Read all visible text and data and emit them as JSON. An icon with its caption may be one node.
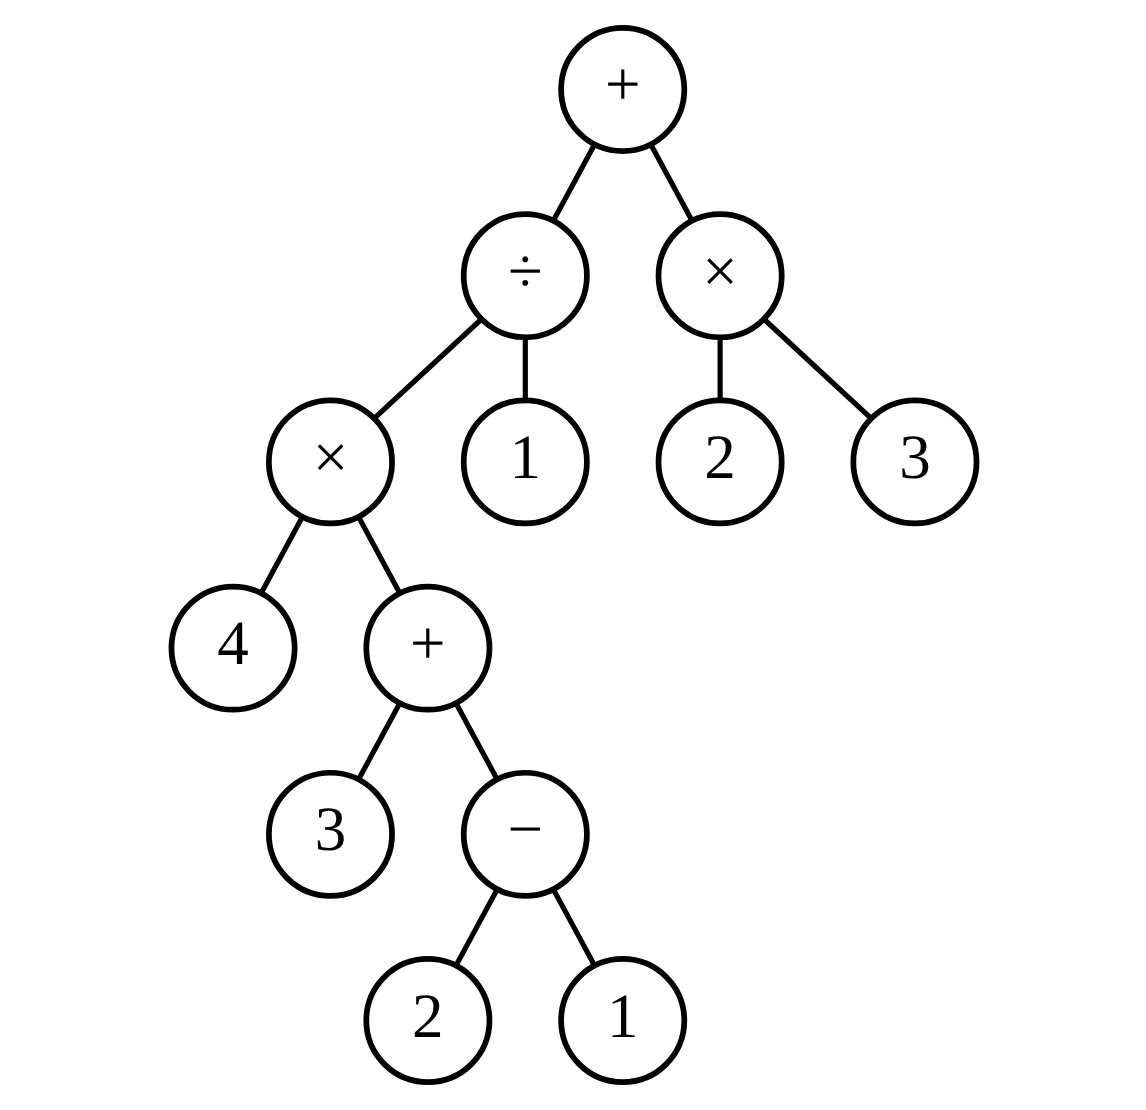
{
  "diagram": {
    "nodes": [
      {
        "text": [
          "+"
        ]
      },
      {
        "text": [
          "÷"
        ]
      },
      {
        "text": [
          "×"
        ]
      },
      {
        "text": [
          "×"
        ]
      },
      {
        "text": [
          "1"
        ]
      },
      {
        "text": [
          "2"
        ]
      },
      {
        "text": [
          "3"
        ]
      },
      {
        "text": [
          "4"
        ]
      },
      {
        "text": [
          "+"
        ]
      },
      {
        "text": [
          "3"
        ]
      },
      {
        "text": [
          "−"
        ]
      },
      {
        "text": [
          "2"
        ]
      },
      {
        "text": [
          "1"
        ]
      }
    ],
    "edges": [
      {
        "from": 0,
        "to": 1,
        "arrow": "none"
      },
      {
        "from": 0,
        "to": 2,
        "arrow": "none"
      },
      {
        "from": 1,
        "to": 3,
        "arrow": "none"
      },
      {
        "from": 1,
        "to": 4,
        "arrow": "none"
      },
      {
        "from": 2,
        "to": 5,
        "arrow": "none"
      },
      {
        "from": 2,
        "to": 6,
        "arrow": "none"
      },
      {
        "from": 3,
        "to": 7,
        "arrow": "none"
      },
      {
        "from": 3,
        "to": 8,
        "arrow": "none"
      },
      {
        "from": 8,
        "to": 9,
        "arrow": "none"
      },
      {
        "from": 8,
        "to": 10,
        "arrow": "none"
      },
      {
        "from": 10,
        "to": 11,
        "arrow": "none"
      },
      {
        "from": 10,
        "to": 12,
        "arrow": "none"
      }
    ]
  }
}
